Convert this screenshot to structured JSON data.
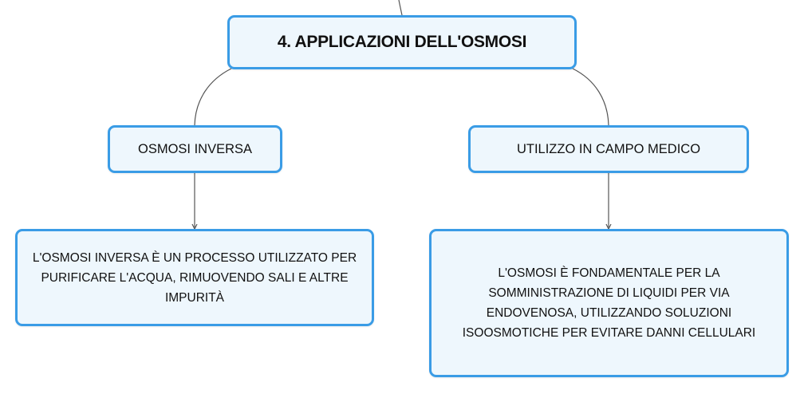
{
  "root": {
    "label": "4. APPLICAZIONI DELL'OSMOSI"
  },
  "branches": [
    {
      "label": "OSMOSI INVERSA",
      "detail": {
        "lines": [
          "L'OSMOSI INVERSA È UN PROCESSO UTILIZZATO PER",
          "PURIFICARE L'ACQUA, RIMUOVENDO SALI E ALTRE",
          "IMPURITÀ"
        ]
      }
    },
    {
      "label": "UTILIZZO IN CAMPO MEDICO",
      "detail": {
        "lines": [
          "L'OSMOSI È FONDAMENTALE PER LA",
          "SOMMINISTRAZIONE DI LIQUIDI PER VIA",
          "ENDOVENOSA, UTILIZZANDO SOLUZIONI",
          "ISOOSMOTICHE PER EVITARE DANNI CELLULARI"
        ]
      }
    }
  ],
  "colors": {
    "node_border": "#3a9ce6",
    "node_fill": "#eef7fd",
    "connector": "#555555",
    "text": "#111111"
  }
}
